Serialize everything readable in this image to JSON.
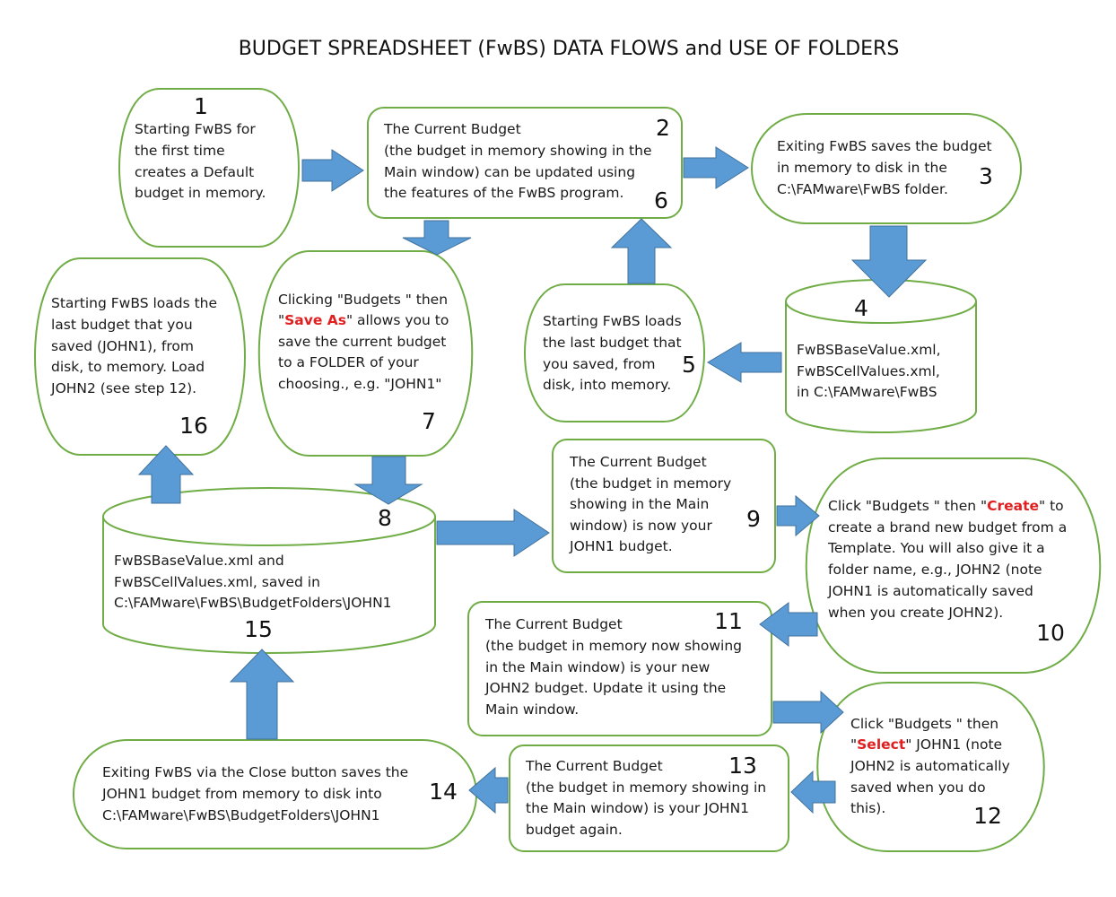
{
  "title": "BUDGET SPREADSHEET (FwBS) DATA FLOWS and USE OF FOLDERS",
  "colors": {
    "border": "#70ad47",
    "arrow": "#5b9bd5",
    "highlight": "#e02020"
  },
  "step1": {
    "num": "1",
    "l1": "Starting FwBS for",
    "l2": "the first time",
    "l3": "creates a Default",
    "l4": "budget in memory."
  },
  "step2": {
    "num": "2",
    "num6": "6",
    "l1": "The Current Budget",
    "l2": "(the budget in memory showing in the",
    "l3": "Main window) can be updated using",
    "l4": "the features of the FwBS program."
  },
  "step3": {
    "num": "3",
    "l1": "Exiting FwBS saves the budget",
    "l2": "in memory to disk in the",
    "l3": "C:\\FAMware\\FwBS folder."
  },
  "step4": {
    "num": "4",
    "l1": "FwBSBaseValue.xml,",
    "l2": "FwBSCellValues.xml,",
    "l3": "in C:\\FAMware\\FwBS"
  },
  "step5": {
    "num": "5",
    "l1": "Starting FwBS loads",
    "l2": "the last budget that",
    "l3": "you saved, from",
    "l4": "disk, into memory."
  },
  "step7": {
    "num": "7",
    "l1": "Clicking \"Budgets \" then",
    "l2_quote_open": "\"",
    "l2_red": "Save As",
    "l2_rest": "\" allows you to",
    "l3": "save the current budget",
    "l4": "to a FOLDER of your",
    "l5": "choosing., e.g. \"JOHN1\""
  },
  "step16": {
    "num": "16",
    "l1": "Starting FwBS loads the",
    "l2": "last budget that you",
    "l3": "saved (JOHN1), from",
    "l4": "disk, to memory.  Load",
    "l5": "JOHN2 (see step 12)."
  },
  "step15": {
    "num8": "8",
    "num": "15",
    "l1": "FwBSBaseValue.xml and",
    "l2": "FwBSCellValues.xml, saved in",
    "l3": "C:\\FAMware\\FwBS\\BudgetFolders\\JOHN1"
  },
  "step9": {
    "num": "9",
    "l1": "The Current Budget",
    "l2": "(the budget in memory",
    "l3": "showing in the Main",
    "l4": "window) is now your",
    "l5": "JOHN1 budget."
  },
  "step10": {
    "num": "10",
    "l1_a": "Click \"Budgets \" then \"",
    "l1_red": "Create",
    "l1_b": "\" to",
    "l2": "create a brand new budget from a",
    "l3": "Template.  You will also give it a",
    "l4": "folder name, e.g., JOHN2 (note",
    "l5": "JOHN1 is automatically saved",
    "l6": "when you create JOHN2)."
  },
  "step11": {
    "num": "11",
    "l1": "The Current Budget",
    "l2": "(the budget in memory now showing",
    "l3": "in the Main window) is your new",
    "l4": "JOHN2 budget.  Update it using the",
    "l5": "Main window."
  },
  "step12": {
    "num": "12",
    "l1": "Click \"Budgets \" then",
    "l2_a": "\"",
    "l2_red": "Select",
    "l2_b": "\" JOHN1 (note",
    "l3": "JOHN2 is automatically",
    "l4": "saved when you do",
    "l5": "this)."
  },
  "step13": {
    "num": "13",
    "l1": "The Current Budget",
    "l2": "(the budget in memory showing in",
    "l3": "the Main window) is your  JOHN1",
    "l4": "budget again."
  },
  "step14": {
    "num": "14",
    "l1": "Exiting FwBS via the Close button saves the",
    "l2": "JOHN1 budget from memory to disk into",
    "l3": "C:\\FAMware\\FwBS\\BudgetFolders\\JOHN1"
  }
}
